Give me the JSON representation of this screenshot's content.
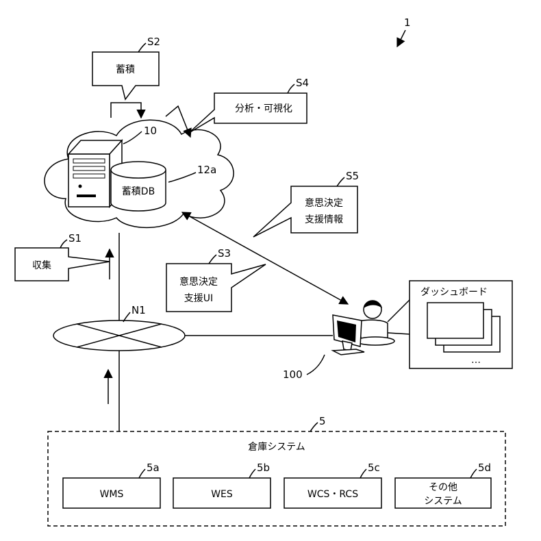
{
  "figure_ref": "1",
  "steps": {
    "s1": {
      "ref": "S1",
      "label": "収集"
    },
    "s2": {
      "ref": "S2",
      "label": "蓄積"
    },
    "s3": {
      "ref": "S3",
      "line1": "意思決定",
      "line2": "支援UI"
    },
    "s4": {
      "ref": "S4",
      "label": "分析・可視化"
    },
    "s5": {
      "ref": "S5",
      "line1": "意思決定",
      "line2": "支援情報"
    }
  },
  "server": {
    "ref": "10"
  },
  "database": {
    "ref": "12a",
    "label": "蓄積DB"
  },
  "network": {
    "ref": "N1"
  },
  "user_terminal": {
    "ref": "100"
  },
  "dashboard": {
    "label": "ダッシュボード",
    "ellipsis": "…"
  },
  "warehouse": {
    "ref": "5",
    "title": "倉庫システム",
    "systems": [
      {
        "ref": "5a",
        "label": "WMS"
      },
      {
        "ref": "5b",
        "label": "WES"
      },
      {
        "ref": "5c",
        "label": "WCS・RCS"
      },
      {
        "ref": "5d",
        "line1": "その他",
        "line2": "システム"
      }
    ]
  }
}
